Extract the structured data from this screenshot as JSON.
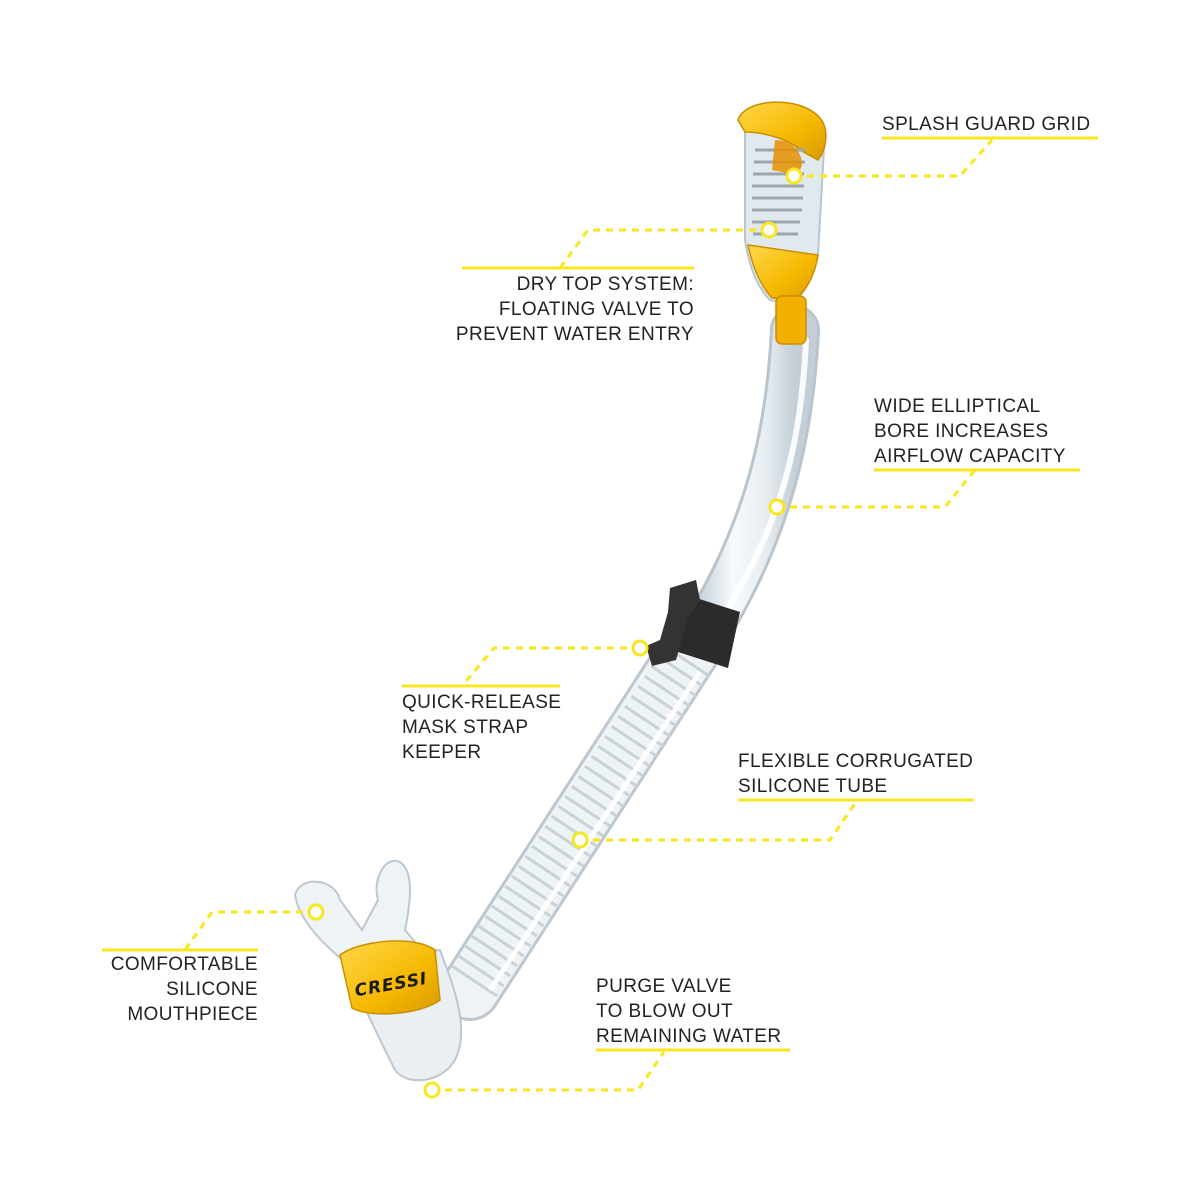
{
  "accent_color": "#f8e71c",
  "product": {
    "name": "snorkel",
    "brand_text": "CRESSI",
    "colors": {
      "yellow": "#f5b800",
      "clear": "#e4ecf1",
      "clip": "#2b2b2b",
      "orange": "#e58f00"
    }
  },
  "callouts": {
    "splash_guard": {
      "lines": [
        "SPLASH GUARD GRID"
      ]
    },
    "dry_top": {
      "lines": [
        "DRY TOP SYSTEM:",
        "FLOATING VALVE TO",
        "PREVENT WATER ENTRY"
      ]
    },
    "elliptical_bore": {
      "lines": [
        "WIDE ELLIPTICAL",
        "BORE INCREASES",
        "AIRFLOW CAPACITY"
      ]
    },
    "strap_keeper": {
      "lines": [
        "QUICK-RELEASE",
        "MASK STRAP",
        "KEEPER"
      ]
    },
    "corrugated_tube": {
      "lines": [
        "FLEXIBLE CORRUGATED",
        "SILICONE TUBE"
      ]
    },
    "mouthpiece": {
      "lines": [
        "COMFORTABLE",
        "SILICONE",
        "MOUTHPIECE"
      ]
    },
    "purge_valve": {
      "lines": [
        "PURGE VALVE",
        "TO BLOW OUT",
        "REMAINING WATER"
      ]
    }
  }
}
